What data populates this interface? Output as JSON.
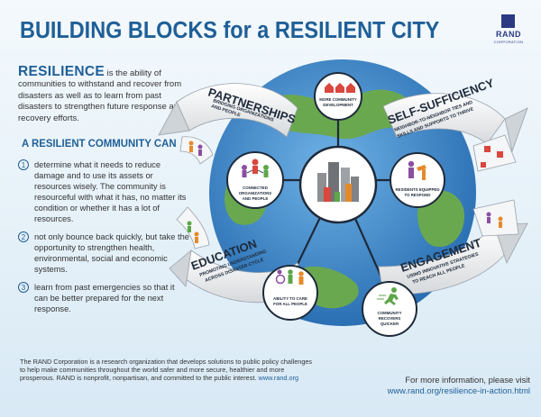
{
  "title": "BUILDING BLOCKS for a RESILIENT CITY",
  "logo": {
    "name": "RAND",
    "subtitle": "CORPORATION"
  },
  "intro": {
    "keyword": "RESILIENCE",
    "text": " is the ability of communities to withstand and recover from disasters as well as to learn from past disasters to strengthen future response and recovery efforts."
  },
  "community_heading": "A RESILIENT COMMUNITY CAN",
  "items": [
    {
      "num": "1",
      "text": "determine what it needs to reduce damage and to use its assets or resources wisely. The community is resourceful with what it has, no matter its condition or whether it has a lot of resources."
    },
    {
      "num": "2",
      "text": "not only bounce back quickly, but take the opportunity to strengthen health, environmental, social and economic systems."
    },
    {
      "num": "3",
      "text": "learn from past emergencies so that it can be better prepared for the next response."
    }
  ],
  "arrows": {
    "partnerships": {
      "title": "PARTNERSHIPS",
      "sub1": "BRIDGING ORGANIZATIONS",
      "sub2": "AND PEOPLE"
    },
    "self_sufficiency": {
      "title": "SELF-SUFFICIENCY",
      "sub1": "NEIGHBOR-TO-NEIGHBOR TIES AND",
      "sub2": "SKILLS AND SUPPORTS TO THRIVE"
    },
    "engagement": {
      "title": "ENGAGEMENT",
      "sub1": "USING INNOVATIVE STRATEGIES",
      "sub2": "TO REACH ALL PEOPLE"
    },
    "education": {
      "title": "EDUCATION",
      "sub1": "PROMOTING UNDERSTANDING",
      "sub2": "ACROSS DISASTER CYCLE"
    }
  },
  "nodes": {
    "top": [
      "MORE COMMUNITY",
      "DEVELOPMENT"
    ],
    "left": [
      "CONNECTED",
      "ORGANIZATIONS",
      "AND PEOPLE"
    ],
    "right": [
      "RESIDENTS EQUIPPED",
      "TO RESPOND"
    ],
    "bottom_left": [
      "ABILITY TO CARE",
      "FOR ALL PEOPLE"
    ],
    "bottom_right": [
      "COMMUNITY",
      "RECOVERS",
      "QUICKER"
    ]
  },
  "footer": {
    "about": "The RAND Corporation is a research organization that develops solutions to public policy challenges to help make communities throughout the world safer and more secure, healthier and more prosperous. RAND is nonprofit, nonpartisan, and committed to the public interest.",
    "about_link": "www.rand.org",
    "more_info": "For more information, please visit",
    "more_info_url": "www.rand.org/resilience-in-action.html"
  },
  "colors": {
    "accent": "#1f5f97",
    "globe_ocean": "#3b82c4",
    "globe_land": "#6aa84f",
    "node_red": "#d9473f",
    "node_green": "#5da64a",
    "node_purple": "#8a4fa0",
    "node_orange": "#e58a2b"
  }
}
